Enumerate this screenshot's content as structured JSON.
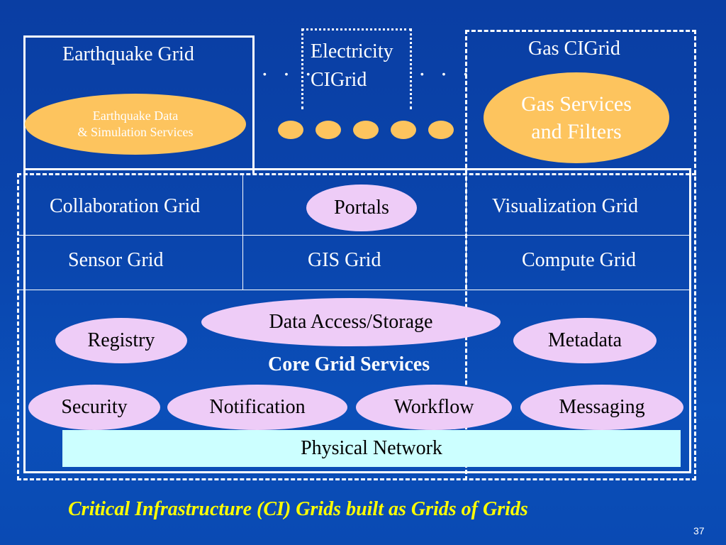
{
  "diagram": {
    "earthquake_grid": {
      "label": "Earthquake Grid",
      "service_line1": "Earthquake Data",
      "service_line2": "& Simulation Services"
    },
    "electricity_grid": {
      "label_line1": "Electricity",
      "label_line2": "CIGrid"
    },
    "gas_grid": {
      "label": "Gas CIGrid",
      "service_line1": "Gas Services",
      "service_line2": "and Filters"
    },
    "ellipsis": "· · ·",
    "middle_grids": {
      "collaboration": "Collaboration Grid",
      "portals": "Portals",
      "visualization": "Visualization Grid",
      "sensor": "Sensor Grid",
      "gis": "GIS Grid",
      "compute": "Compute Grid"
    },
    "core": {
      "title": "Core Grid Services",
      "data_access": "Data Access/Storage",
      "registry": "Registry",
      "metadata": "Metadata",
      "security": "Security",
      "notification": "Notification",
      "workflow": "Workflow",
      "messaging": "Messaging"
    },
    "physical_network": "Physical Network"
  },
  "caption": "Critical Infrastructure (CI) Grids built as Grids of Grids",
  "slide_number": "37",
  "colors": {
    "background": "#0a45ad",
    "service_orange": "#fdc45e",
    "service_lavender": "#eeccf7",
    "physical_network": "#ccffff",
    "caption": "#ffff00"
  }
}
